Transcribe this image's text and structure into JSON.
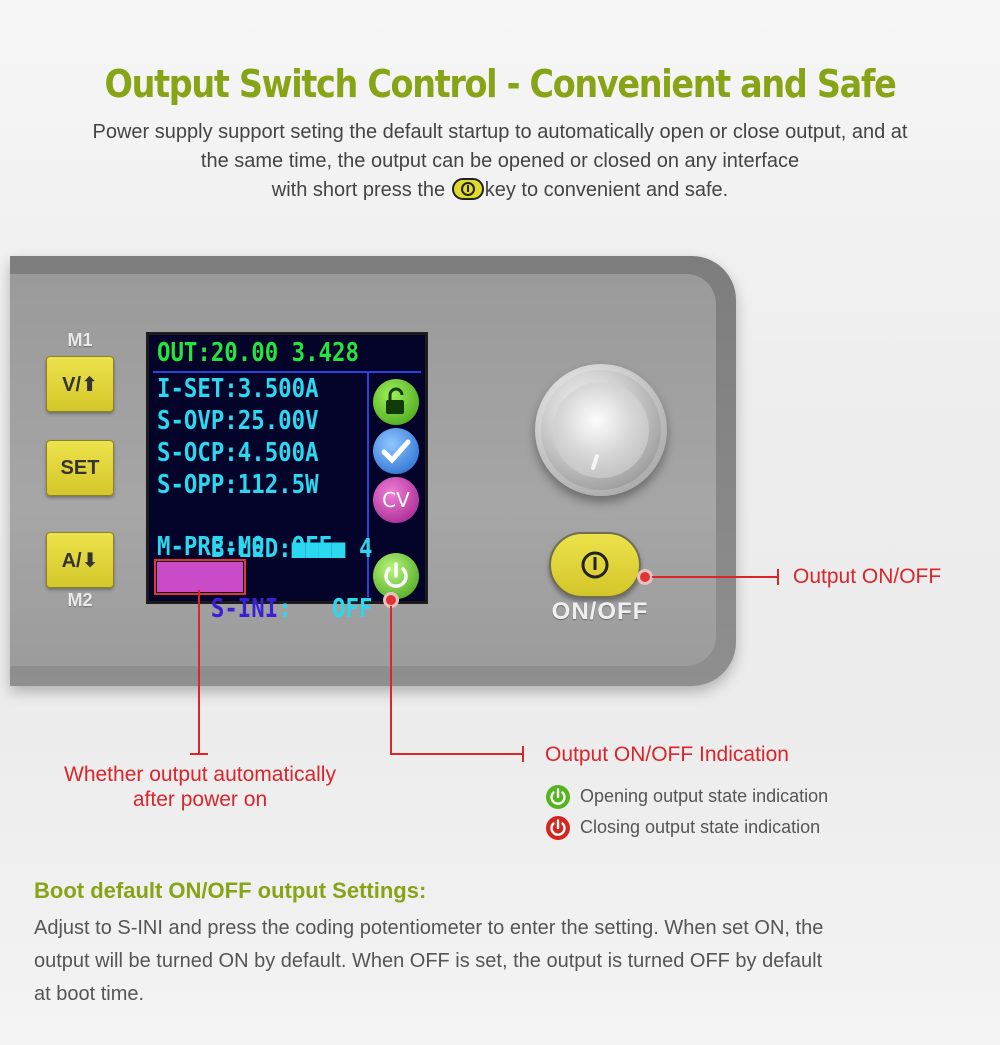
{
  "header": {
    "title": "Output Switch Control - Convenient and Safe",
    "desc_line1": "Power supply support seting the default startup to automatically open or close output, and at",
    "desc_line2": "the same time, the output can be opened or closed on any interface",
    "desc_line3_before": "with short press the",
    "desc_line3_after": "key to convenient and safe."
  },
  "device": {
    "m1_label": "M1",
    "m2_label": "M2",
    "btn_v": "V/⬆",
    "btn_set": "SET",
    "btn_a": "A/⬇",
    "onoff_label": "ON/OFF",
    "lcd": {
      "out": "OUT:20.00 3.428",
      "iset": "I-SET:3.500A",
      "sovp": "S-OVP:25.00V",
      "socp": "S-OCP:4.500A",
      "sopp": "S-OPP:112.5W",
      "bled_label": "B-LED:",
      "bled_value": "4",
      "bled_level": 4,
      "mpre": "M-PRE:M0  OFF",
      "sini_label": "S-INI",
      "sini_colon": ":",
      "sini_value": "OFF",
      "cv_badge": "CV"
    }
  },
  "annotations": {
    "output_onoff": "Output ON/OFF",
    "indication_title": "Output ON/OFF Indication",
    "opening": "Opening output state indication",
    "closing": "Closing output state indication",
    "auto_line1": "Whether output automatically",
    "auto_line2": "after power on"
  },
  "boot": {
    "title": "Boot default ON/OFF output Settings:",
    "line1": "Adjust to S-INI and press the coding potentiometer to enter the setting. When set ON, the",
    "line2": "output will be turned ON by default. When OFF is set, the output is turned OFF by default",
    "line3": "at boot time."
  },
  "colors": {
    "accent_green": "#86a416",
    "annotation_red": "#d9252b",
    "button_yellow": "#e0da2c",
    "lcd_green": "#22e53e",
    "lcd_cyan": "#2ad9f0"
  }
}
